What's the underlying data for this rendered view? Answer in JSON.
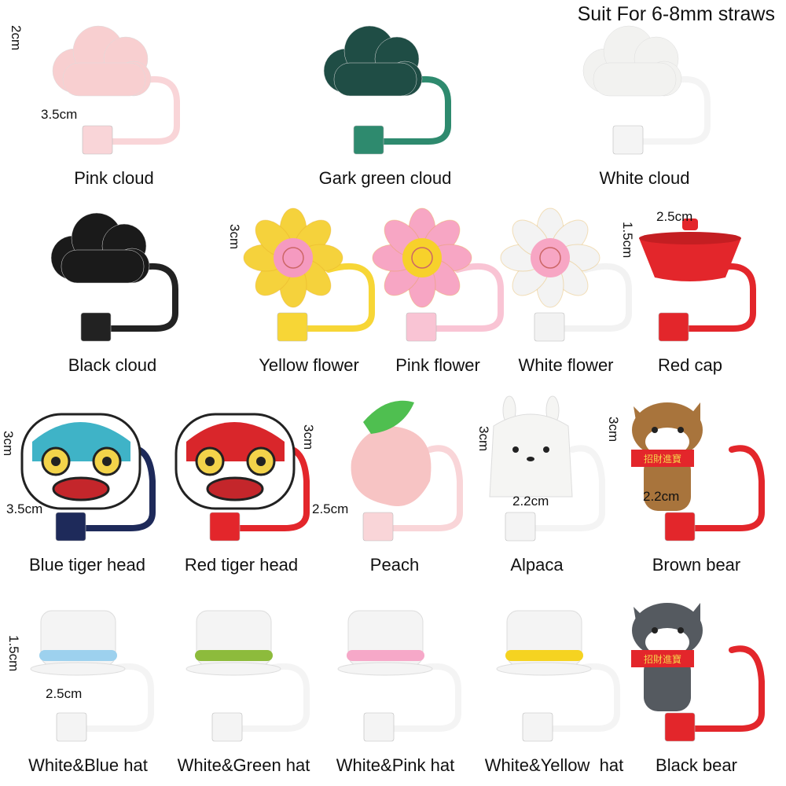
{
  "title": "Suit For 6-8mm straws",
  "products": [
    {
      "name": "Pink cloud",
      "type": "cloud",
      "color": "#f8cfd0",
      "tube": "#f9d5d8"
    },
    {
      "name": "Gark green cloud",
      "type": "cloud",
      "color": "#1f4d45",
      "tube": "#2e8a6e"
    },
    {
      "name": "White cloud",
      "type": "cloud",
      "color": "#f2f2f0",
      "tube": "#f4f4f4"
    },
    {
      "name": "Black cloud",
      "type": "cloud",
      "color": "#1a1a1a",
      "tube": "#222222"
    },
    {
      "name": "Yellow flower",
      "type": "flower",
      "color": "#f5d23c",
      "accent": "#f59ac0",
      "tube": "#f7d636"
    },
    {
      "name": "Pink flower",
      "type": "flower",
      "color": "#f7a6c4",
      "accent": "#f7d12b",
      "tube": "#f9c4d4"
    },
    {
      "name": "White flower",
      "type": "flower",
      "color": "#f3f3f3",
      "accent": "#f7a6c4",
      "tube": "#f2f2f2"
    },
    {
      "name": "Red cap",
      "type": "cap",
      "color": "#e3262b",
      "tube": "#e3262b"
    },
    {
      "name": "Blue tiger head",
      "type": "tiger",
      "color": "#3fb3c7",
      "accent": "#f3d34a",
      "tube": "#1e2a5a"
    },
    {
      "name": "Red tiger head",
      "type": "tiger",
      "color": "#d9262b",
      "accent": "#f3d34a",
      "tube": "#e3262b"
    },
    {
      "name": "Peach",
      "type": "peach",
      "color": "#f7c4c4",
      "accent": "#4fbf50",
      "tube": "#f9d5d8"
    },
    {
      "name": "Alpaca",
      "type": "alpaca",
      "color": "#f5f5f3",
      "tube": "#f4f4f4"
    },
    {
      "name": "Brown bear",
      "type": "bear",
      "color": "#a8743c",
      "accent": "#e3262b",
      "tube": "#e3262b"
    },
    {
      "name": "White&Blue hat",
      "type": "hat",
      "color": "#f4f4f4",
      "accent": "#9dd1ee",
      "tube": "#f4f4f4"
    },
    {
      "name": "White&Green hat",
      "type": "hat",
      "color": "#f4f4f4",
      "accent": "#8dbb3c",
      "tube": "#f4f4f4"
    },
    {
      "name": "White&Pink hat",
      "type": "hat",
      "color": "#f4f4f4",
      "accent": "#f6a8c8",
      "tube": "#f4f4f4"
    },
    {
      "name": "White&Yellow  hat",
      "type": "hat",
      "color": "#f4f4f4",
      "accent": "#f5d321",
      "tube": "#f4f4f4"
    },
    {
      "name": "Black bear",
      "type": "bear",
      "color": "#555a60",
      "accent": "#e3262b",
      "tube": "#e3262b"
    }
  ],
  "dimensions": [
    "2cm",
    "3.5cm",
    "3cm",
    "2.5cm",
    "1.5cm",
    "3cm",
    "3.5cm",
    "3cm",
    "2.5cm",
    "3cm",
    "2.2cm",
    "3cm",
    "2.2cm",
    "1.5cm",
    "2.5cm"
  ]
}
